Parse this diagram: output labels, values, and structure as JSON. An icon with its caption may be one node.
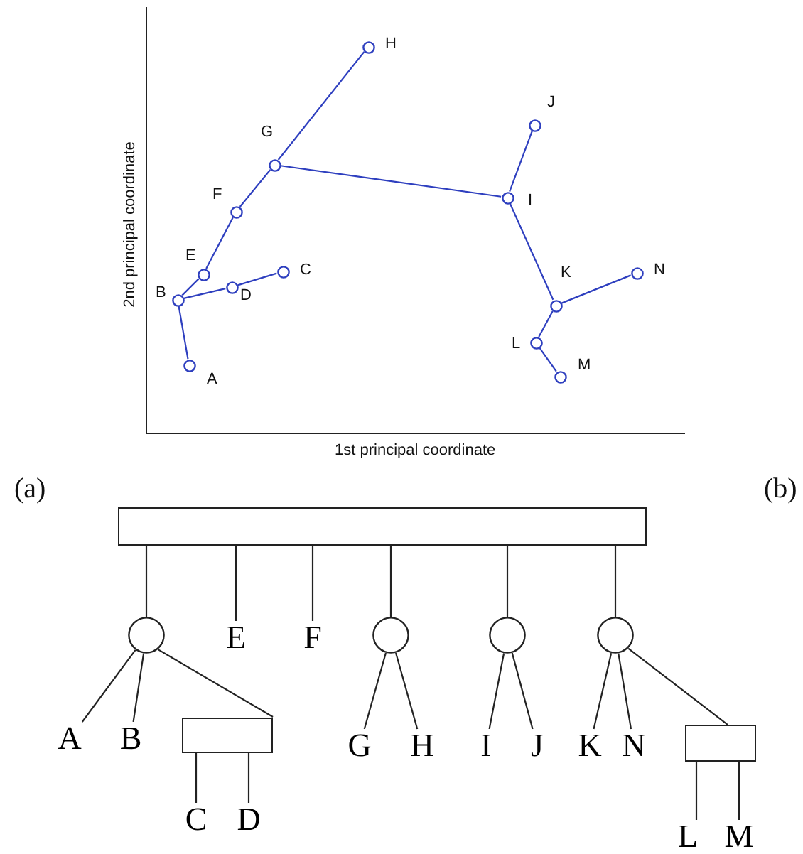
{
  "diagram": {
    "nodes": [
      {
        "text": [],
        "shape": "circle",
        "beside": [
          "A"
        ]
      },
      {
        "text": [],
        "shape": "circle",
        "beside": [
          "B"
        ]
      },
      {
        "text": [],
        "shape": "circle",
        "beside": [
          "C"
        ]
      },
      {
        "text": [],
        "shape": "circle",
        "beside": [
          "D"
        ]
      },
      {
        "text": [],
        "shape": "circle",
        "beside": [
          "E"
        ]
      },
      {
        "text": [],
        "shape": "circle",
        "beside": [
          "F"
        ]
      },
      {
        "text": [],
        "shape": "circle",
        "beside": [
          "G"
        ]
      },
      {
        "text": [],
        "shape": "circle",
        "beside": [
          "H"
        ]
      },
      {
        "text": [],
        "shape": "circle",
        "beside": [
          "I"
        ]
      },
      {
        "text": [],
        "shape": "circle",
        "beside": [
          "J"
        ]
      },
      {
        "text": [],
        "shape": "circle",
        "beside": [
          "K"
        ]
      },
      {
        "text": [],
        "shape": "circle",
        "beside": [
          "L"
        ]
      },
      {
        "text": [],
        "shape": "circle",
        "beside": [
          "M"
        ]
      },
      {
        "text": [],
        "shape": "circle",
        "beside": [
          "N"
        ]
      },
      {
        "text": [],
        "shape": "box"
      },
      {
        "text": [],
        "shape": "circle"
      },
      {
        "text": [
          "E"
        ]
      },
      {
        "text": [
          "F"
        ]
      },
      {
        "text": [],
        "shape": "circle"
      },
      {
        "text": [],
        "shape": "circle"
      },
      {
        "text": [],
        "shape": "circle"
      },
      {
        "text": [
          "A"
        ]
      },
      {
        "text": [
          "B"
        ]
      },
      {
        "text": [],
        "shape": "box"
      },
      {
        "text": [
          "C"
        ]
      },
      {
        "text": [
          "D"
        ]
      },
      {
        "text": [
          "G"
        ]
      },
      {
        "text": [
          "H"
        ]
      },
      {
        "text": [
          "I"
        ]
      },
      {
        "text": [
          "J"
        ]
      },
      {
        "text": [
          "K"
        ]
      },
      {
        "text": [
          "N"
        ]
      },
      {
        "text": [],
        "shape": "box"
      },
      {
        "text": [
          "L"
        ]
      },
      {
        "text": [
          "M"
        ]
      }
    ],
    "edges": [
      {
        "from": 0,
        "to": 1,
        "arrow": "none",
        "color": "#2e3fbf"
      },
      {
        "from": 1,
        "to": 4,
        "arrow": "none",
        "color": "#2e3fbf"
      },
      {
        "from": 1,
        "to": 3,
        "arrow": "none",
        "color": "#2e3fbf"
      },
      {
        "from": 3,
        "to": 2,
        "arrow": "none",
        "color": "#2e3fbf"
      },
      {
        "from": 4,
        "to": 5,
        "arrow": "none",
        "color": "#2e3fbf"
      },
      {
        "from": 5,
        "to": 6,
        "arrow": "none",
        "color": "#2e3fbf"
      },
      {
        "from": 6,
        "to": 7,
        "arrow": "none",
        "color": "#2e3fbf"
      },
      {
        "from": 6,
        "to": 8,
        "arrow": "none",
        "color": "#2e3fbf"
      },
      {
        "from": 8,
        "to": 9,
        "arrow": "none",
        "color": "#2e3fbf"
      },
      {
        "from": 8,
        "to": 10,
        "arrow": "none",
        "color": "#2e3fbf"
      },
      {
        "from": 10,
        "to": 13,
        "arrow": "none",
        "color": "#2e3fbf"
      },
      {
        "from": 10,
        "to": 11,
        "arrow": "none",
        "color": "#2e3fbf"
      },
      {
        "from": 11,
        "to": 12,
        "arrow": "none",
        "color": "#2e3fbf"
      },
      {
        "from": 14,
        "to": 15,
        "arrow": "none"
      },
      {
        "from": 14,
        "to": 16,
        "arrow": "none"
      },
      {
        "from": 14,
        "to": 17,
        "arrow": "none"
      },
      {
        "from": 14,
        "to": 18,
        "arrow": "none"
      },
      {
        "from": 14,
        "to": 19,
        "arrow": "none"
      },
      {
        "from": 14,
        "to": 20,
        "arrow": "none"
      },
      {
        "from": 15,
        "to": 21,
        "arrow": "none"
      },
      {
        "from": 15,
        "to": 22,
        "arrow": "none"
      },
      {
        "from": 15,
        "to": 23,
        "arrow": "none"
      },
      {
        "from": 23,
        "to": 24,
        "arrow": "none"
      },
      {
        "from": 23,
        "to": 25,
        "arrow": "none"
      },
      {
        "from": 18,
        "to": 26,
        "arrow": "none"
      },
      {
        "from": 18,
        "to": 27,
        "arrow": "none"
      },
      {
        "from": 19,
        "to": 28,
        "arrow": "none"
      },
      {
        "from": 19,
        "to": 29,
        "arrow": "none"
      },
      {
        "from": 20,
        "to": 30,
        "arrow": "none"
      },
      {
        "from": 20,
        "to": 31,
        "arrow": "none"
      },
      {
        "from": 20,
        "to": 32,
        "arrow": "none"
      },
      {
        "from": 32,
        "to": 33,
        "arrow": "none"
      },
      {
        "from": 32,
        "to": 34,
        "arrow": "none"
      }
    ],
    "labels": [
      "2nd principal coordinate",
      "1st principal coordinate",
      "(a)",
      "(b)"
    ]
  }
}
